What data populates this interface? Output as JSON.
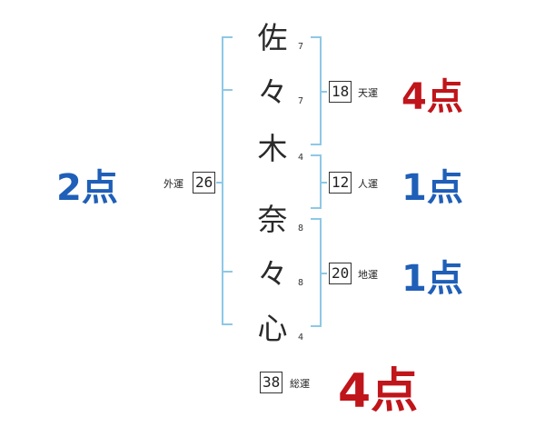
{
  "name_chars": [
    {
      "char": "佐",
      "strokes": "7"
    },
    {
      "char": "々",
      "strokes": "7"
    },
    {
      "char": "木",
      "strokes": "4"
    },
    {
      "char": "奈",
      "strokes": "8"
    },
    {
      "char": "々",
      "strokes": "8"
    },
    {
      "char": "心",
      "strokes": "4"
    }
  ],
  "gaiun": {
    "label": "外運",
    "value": "26",
    "score": "2点",
    "color": "#1f5fb8"
  },
  "tenun": {
    "label": "天運",
    "value": "18",
    "score": "4点",
    "color": "#c0151a"
  },
  "jinun": {
    "label": "人運",
    "value": "12",
    "score": "1点",
    "color": "#1f5fb8"
  },
  "chiun": {
    "label": "地運",
    "value": "20",
    "score": "1点",
    "color": "#1f5fb8"
  },
  "souun": {
    "label": "総運",
    "value": "38",
    "score": "4点",
    "color": "#c0151a"
  },
  "bracket_color": "#8ec8e6"
}
